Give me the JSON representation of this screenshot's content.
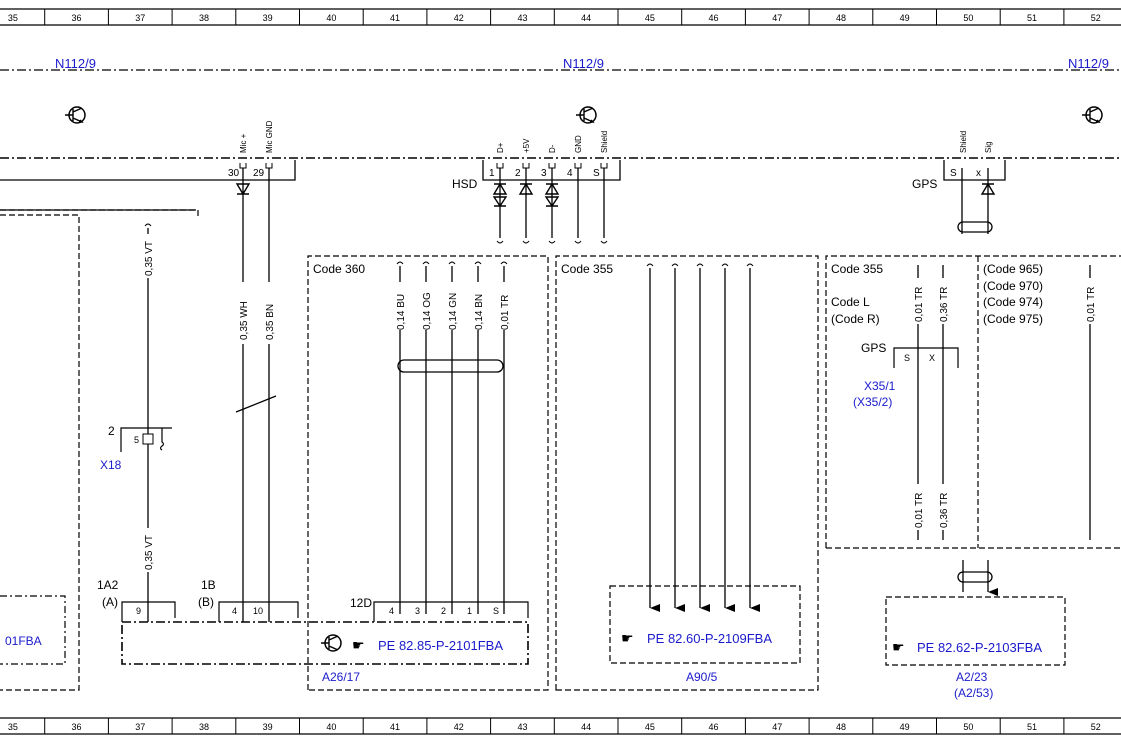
{
  "grid": {
    "top_columns": [
      "35",
      "36",
      "37",
      "38",
      "39",
      "40",
      "41",
      "42",
      "43",
      "44",
      "45",
      "46",
      "47",
      "48",
      "49",
      "50",
      "51",
      "52"
    ],
    "bottom_columns": [
      "35",
      "36",
      "37",
      "38",
      "39",
      "40",
      "41",
      "42",
      "43",
      "44",
      "45",
      "46",
      "47",
      "48",
      "49",
      "50",
      "51",
      "52"
    ]
  },
  "module": {
    "name_left": "N112/9",
    "name_center": "N112/9",
    "name_right": "N112/9"
  },
  "connectors": {
    "hsd": "HSD",
    "gps": "GPS",
    "gps_inner": "GPS",
    "x18": "X18",
    "x18_pin_group": "2",
    "x35": "X35/1",
    "x35_alt": "(X35/2)",
    "c1a2": "1A2",
    "c1a2_alt": "(A)",
    "c1b": "1B",
    "c1b_alt": "(B)",
    "c12d": "12D"
  },
  "pins": {
    "mic_plus": "Mic +",
    "mic_gnd": "Mic GND",
    "mic_plus_no": "30",
    "mic_gnd_no": "29",
    "hsd_d_plus": "D+",
    "hsd_5v": "+5V",
    "hsd_d_minus": "D-",
    "hsd_gnd": "GND",
    "hsd_shield": "Shield",
    "hsd_p1": "1",
    "hsd_p2": "2",
    "hsd_p3": "3",
    "hsd_p4": "4",
    "hsd_ps": "S",
    "gps_shield": "Shield",
    "gps_sig": "Sig",
    "gps_ps": "S",
    "gps_px": "x",
    "x18_pin": "5",
    "x35_ps": "S",
    "x35_px": "X",
    "c1a2_pin": "9",
    "c1b_pin_a": "4",
    "c1b_pin_b": "10",
    "c12d_p4": "4",
    "c12d_p3": "3",
    "c12d_p2": "2",
    "c12d_p1": "1",
    "c12d_ps": "S"
  },
  "wires": {
    "vt_top": "0,35 VT",
    "vt_bottom": "0,35 VT",
    "wh": "0,35 WH",
    "bn": "0,35 BN",
    "bu014": "0,14 BU",
    "og014": "0,14 OG",
    "gn014": "0,14 GN",
    "bn014": "0,14 BN",
    "tr001": "0,01 TR",
    "gps_tr001_top": "0,01 TR",
    "gps_tr036_top": "0,36 TR",
    "gps_tr001_bot": "0,01 TR",
    "gps_tr036_bot": "0,36 TR",
    "right_tr001": "0,01 TR"
  },
  "codes": {
    "c360": "Code 360",
    "c355_mid": "Code 355",
    "c355_right": "Code 355",
    "code_l": "Code L",
    "code_r": "(Code R)",
    "c965": "(Code 965)",
    "c970": "(Code 970)",
    "c974": "(Code 974)",
    "c975": "(Code 975)"
  },
  "refs": {
    "left_partial": "01FBA",
    "a26": "PE 82.85-P-2101FBA",
    "a90": "PE 82.60-P-2109FBA",
    "a2": "PE 82.62-P-2103FBA"
  },
  "components": {
    "a26": "A26/17",
    "a90": "A90/5",
    "a2": "A2/23",
    "a2_alt": "(A2/53)"
  },
  "colors": {
    "line": "#000000",
    "ref_blue": "#1a1acc"
  }
}
